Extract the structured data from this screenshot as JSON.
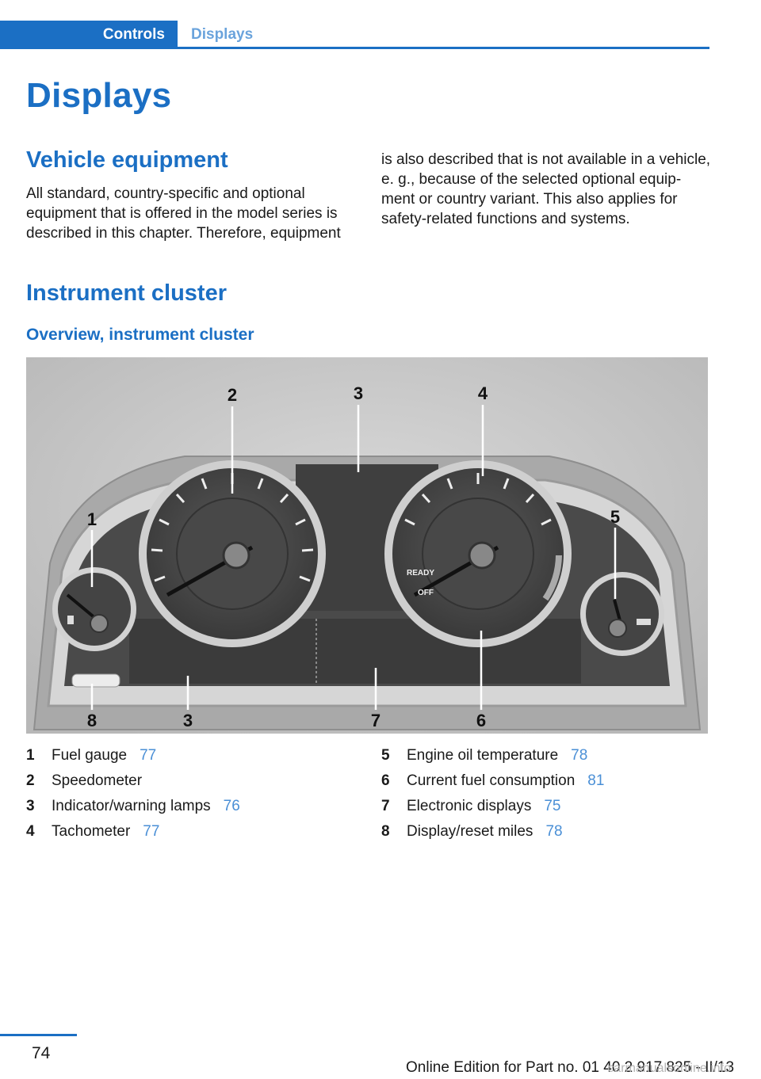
{
  "header": {
    "tab_active": "Controls",
    "tab_inactive": "Displays"
  },
  "page_title": "Displays",
  "vehicle_equipment": {
    "heading": "Vehicle equipment",
    "left_text": "All standard, country-specific and optional equipment that is offered in the model series is described in this chapter. Therefore, equipment",
    "right_text": "is also described that is not available in a vehicle, e. g., because of the selected optional equip-ment or country variant. This also applies for safety-related functions and systems."
  },
  "instrument_cluster": {
    "heading": "Instrument cluster",
    "subheading": "Overview, instrument cluster"
  },
  "figure": {
    "callouts": [
      "1",
      "2",
      "3",
      "4",
      "5",
      "8",
      "3",
      "7",
      "6"
    ],
    "ready_text": "READY",
    "off_text": "OFF"
  },
  "legend": [
    {
      "num": "1",
      "label": "Fuel gauge",
      "ref": "77"
    },
    {
      "num": "2",
      "label": "Speedometer",
      "ref": ""
    },
    {
      "num": "3",
      "label": "Indicator/warning lamps",
      "ref": "76"
    },
    {
      "num": "4",
      "label": "Tachometer",
      "ref": "77"
    },
    {
      "num": "5",
      "label": "Engine oil temperature",
      "ref": "78"
    },
    {
      "num": "6",
      "label": "Current fuel consumption",
      "ref": "81"
    },
    {
      "num": "7",
      "label": "Electronic displays",
      "ref": "75"
    },
    {
      "num": "8",
      "label": "Display/reset miles",
      "ref": "78"
    }
  ],
  "footer": {
    "page_number": "74",
    "edition": "Online Edition for Part no. 01 40 2 917 825 - II/13",
    "watermark": "carmanualsonline.info"
  }
}
